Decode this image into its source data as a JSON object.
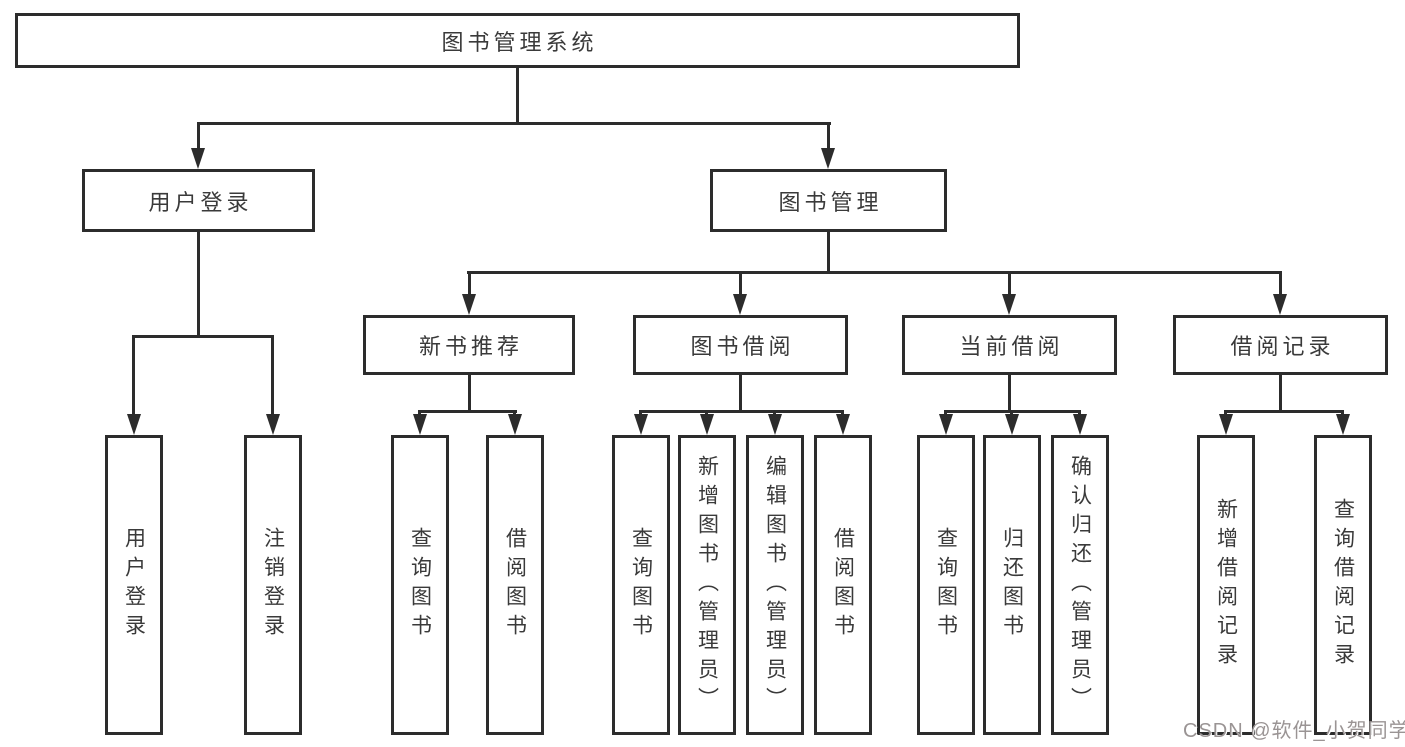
{
  "diagram": {
    "root": {
      "label": "图书管理系统"
    },
    "level2": [
      {
        "label": "用户登录"
      },
      {
        "label": "图书管理"
      }
    ],
    "level3": [
      {
        "label": "新书推荐"
      },
      {
        "label": "图书借阅"
      },
      {
        "label": "当前借阅"
      },
      {
        "label": "借阅记录"
      }
    ],
    "leaves": {
      "user_login": [
        {
          "label": "用户登录"
        },
        {
          "label": "注销登录"
        }
      ],
      "new_book": [
        {
          "label": "查询图书"
        },
        {
          "label": "借阅图书"
        }
      ],
      "book_borrow": [
        {
          "label": "查询图书"
        },
        {
          "label": "新增图书（管理员）"
        },
        {
          "label": "编辑图书（管理员）"
        },
        {
          "label": "借阅图书"
        }
      ],
      "current_borrow": [
        {
          "label": "查询图书"
        },
        {
          "label": "归还图书"
        },
        {
          "label": "确认归还（管理员）"
        }
      ],
      "borrow_records": [
        {
          "label": "新增借阅记录"
        },
        {
          "label": "查询借阅记录"
        }
      ]
    },
    "colors": {
      "line": "#2c2c2c",
      "text": "#3a3a3a",
      "background": "#ffffff",
      "watermark": "#9a9494"
    },
    "watermark": "CSDN @软件_小贺同学"
  }
}
